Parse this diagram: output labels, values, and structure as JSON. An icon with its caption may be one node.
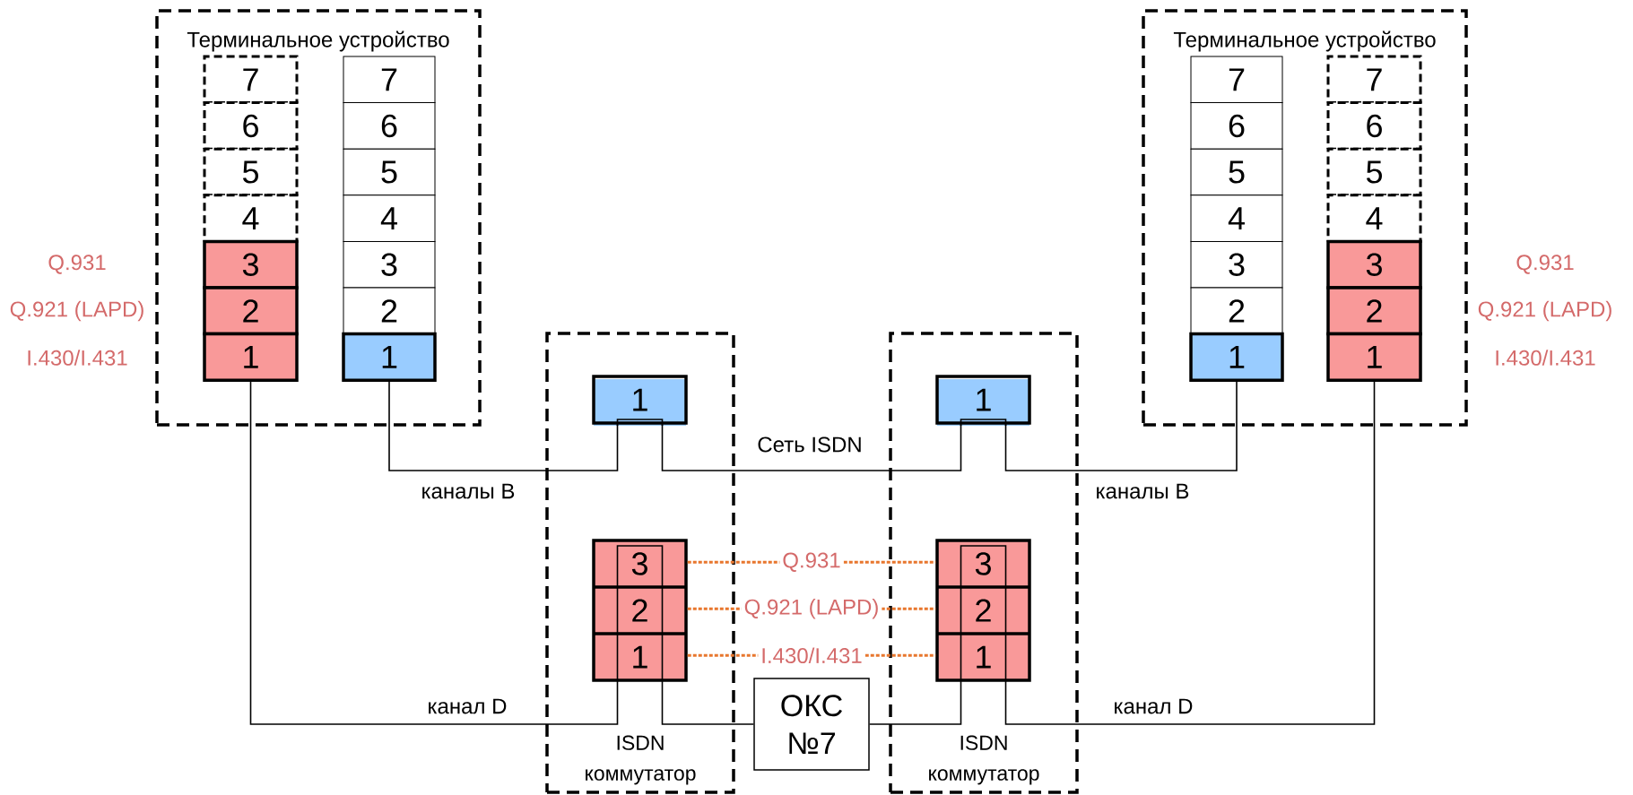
{
  "diagram": {
    "nodes": [
      {
        "text": [
          "Терминальное устройство"
        ]
      },
      {
        "text": [
          "7"
        ],
        "in": 0
      },
      {
        "text": [
          "6"
        ],
        "in": 0
      },
      {
        "text": [
          "5"
        ],
        "in": 0
      },
      {
        "text": [
          "4"
        ],
        "in": 0
      },
      {
        "text": [
          "3"
        ],
        "in": 0
      },
      {
        "text": [
          "2"
        ],
        "in": 0
      },
      {
        "text": [
          "1"
        ],
        "in": 0
      },
      {
        "text": [
          "7"
        ],
        "in": 0
      },
      {
        "text": [
          "6"
        ],
        "in": 0
      },
      {
        "text": [
          "5"
        ],
        "in": 0
      },
      {
        "text": [
          "4"
        ],
        "in": 0
      },
      {
        "text": [
          "3"
        ],
        "in": 0
      },
      {
        "text": [
          "2"
        ],
        "in": 0
      },
      {
        "text": [
          "1"
        ],
        "in": 0
      },
      {
        "text": [
          "ISDN коммутатор"
        ]
      },
      {
        "text": [
          "1"
        ],
        "in": 15
      },
      {
        "text": [
          "3",
          "2",
          "1"
        ],
        "in": 15
      },
      {
        "text": [
          "ОКС №7"
        ]
      },
      {
        "text": [
          "ISDN коммутатор"
        ]
      },
      {
        "text": [
          "1"
        ],
        "in": 19
      },
      {
        "text": [
          "3",
          "2",
          "1"
        ],
        "in": 19
      },
      {
        "text": [
          "Терминальное устройство"
        ]
      },
      {
        "text": [
          "7"
        ],
        "in": 22
      },
      {
        "text": [
          "6"
        ],
        "in": 22
      },
      {
        "text": [
          "5"
        ],
        "in": 22
      },
      {
        "text": [
          "4"
        ],
        "in": 22
      },
      {
        "text": [
          "3"
        ],
        "in": 22
      },
      {
        "text": [
          "2"
        ],
        "in": 22
      },
      {
        "text": [
          "1"
        ],
        "in": 22
      },
      {
        "text": [
          "7"
        ],
        "in": 22
      },
      {
        "text": [
          "6"
        ],
        "in": 22
      },
      {
        "text": [
          "5"
        ],
        "in": 22
      },
      {
        "text": [
          "4"
        ],
        "in": 22
      },
      {
        "text": [
          "3"
        ],
        "in": 22
      },
      {
        "text": [
          "2"
        ],
        "in": 22
      },
      {
        "text": [
          "1"
        ],
        "in": 22
      }
    ],
    "edges": [
      {
        "from": 14,
        "to": 16,
        "arrow": "none",
        "label": "каналы B"
      },
      {
        "from": 16,
        "to": 20,
        "arrow": "none"
      },
      {
        "from": 20,
        "to": 29,
        "arrow": "none",
        "label": "каналы B"
      },
      {
        "from": 7,
        "to": 17,
        "arrow": "none",
        "label": "канал D"
      },
      {
        "from": 17,
        "to": 18,
        "arrow": "none"
      },
      {
        "from": 18,
        "to": 21,
        "arrow": "none"
      },
      {
        "from": 21,
        "to": 36,
        "arrow": "none",
        "label": "канал D"
      },
      {
        "from": 17,
        "to": 21,
        "arrow": "none",
        "label": "Q.931",
        "style": "dashed",
        "color": "#e8772e"
      },
      {
        "from": 17,
        "to": 21,
        "arrow": "none",
        "label": "Q.921 (LAPD)",
        "style": "dashed",
        "color": "#e8772e"
      },
      {
        "from": 17,
        "to": 21,
        "arrow": "none",
        "label": "I.430/I.431",
        "style": "dashed",
        "color": "#e8772e"
      }
    ],
    "labels": [
      "Q.931",
      "Q.921 (LAPD)",
      "I.430/I.431",
      "Q.931",
      "Q.921 (LAPD)",
      "I.430/I.431",
      "Сеть ISDN"
    ]
  }
}
